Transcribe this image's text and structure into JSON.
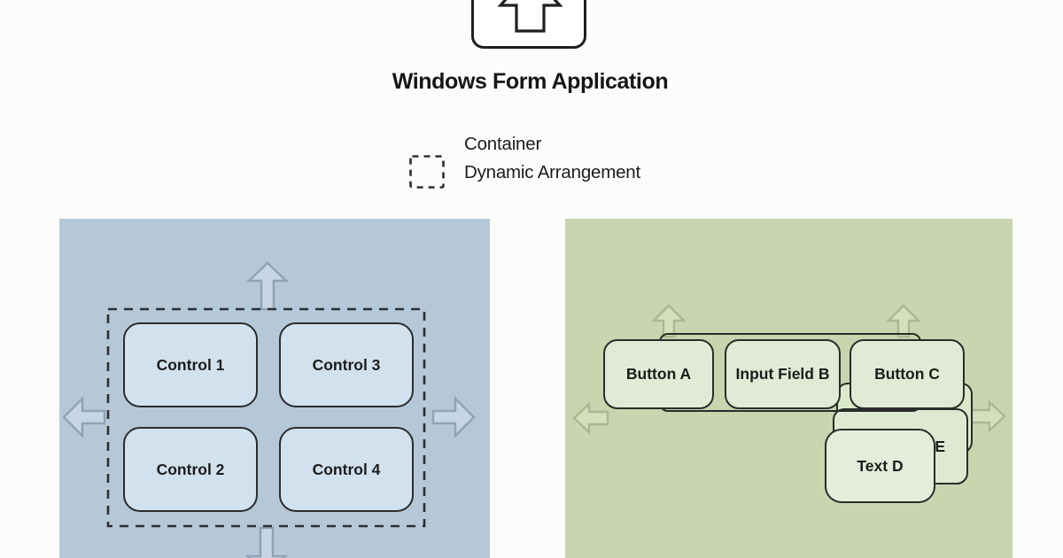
{
  "header": {
    "title": "Windows Form Application"
  },
  "legend": {
    "line1": "Container",
    "line2": "Dynamic Arrangement"
  },
  "left_panel": {
    "controls": [
      "Control 1",
      "Control 3",
      "Control 2",
      "Control 4"
    ]
  },
  "right_panel": {
    "row_items": [
      "Button A",
      "Input Field B",
      "Button C"
    ],
    "overlap_items": {
      "back_label": "E",
      "front_label": "Text D"
    }
  },
  "colors": {
    "left_panel_bg": "#b5c8d8",
    "left_box_fill": "#d2e1ee",
    "right_panel_bg": "#c8d5ae",
    "right_box_fill": "#e1ead4",
    "outline": "#2b2b2b",
    "blue_arrow_stroke": "#8da4b6",
    "green_arrow_stroke": "#a9b890"
  }
}
